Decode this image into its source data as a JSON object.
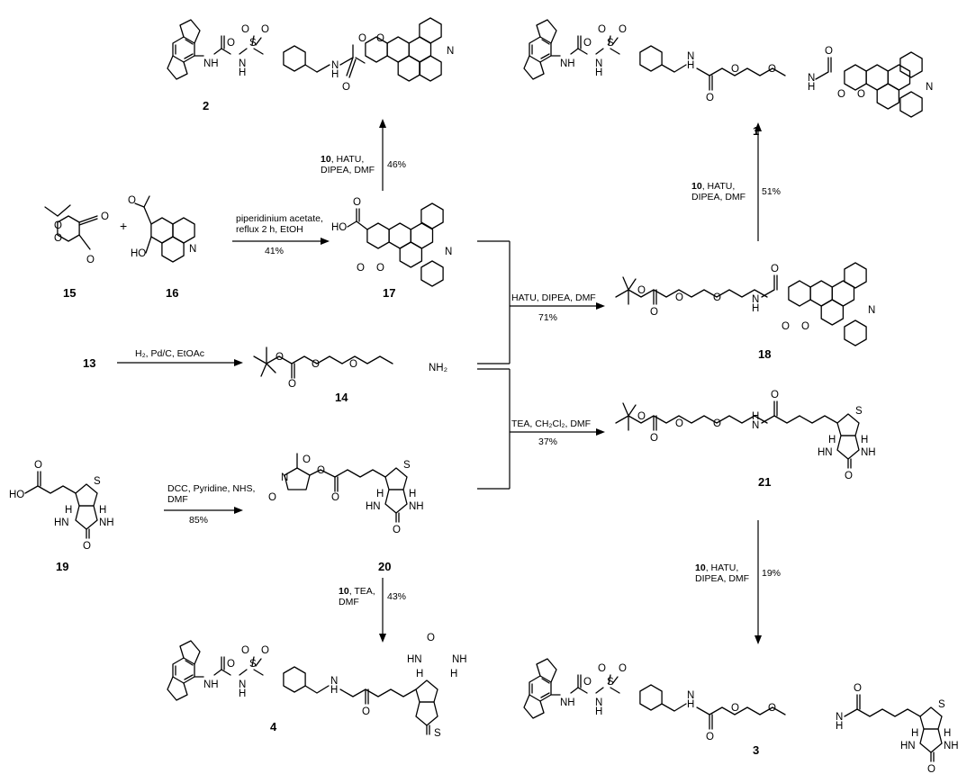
{
  "compound_labels": {
    "c1": "1",
    "c2": "2",
    "c3": "3",
    "c4": "4",
    "c13": "13",
    "c14": "14",
    "c15": "15",
    "c16": "16",
    "c17": "17",
    "c18": "18",
    "c19": "19",
    "c20": "20",
    "c21": "21"
  },
  "atoms": {
    "O": "O",
    "N": "N",
    "S": "S",
    "H": "H",
    "NH": "NH",
    "HN": "HN",
    "HO": "HO",
    "NH2": "NH₂",
    "plus": "+"
  },
  "conditions": {
    "to_2": {
      "reagent_bold": "10",
      "line1_rest": ", HATU,",
      "line2": "DIPEA, DMF",
      "yield": "46%"
    },
    "to_1": {
      "reagent_bold": "10",
      "line1_rest": ", HATU,",
      "line2": "DIPEA, DMF",
      "yield": "51%"
    },
    "to_17": {
      "line1": "piperidinium acetate,",
      "line2": "reflux 2 h, EtOH",
      "yield": "41%"
    },
    "to_18": {
      "line1": "HATU, DIPEA, DMF",
      "yield": "71%"
    },
    "to_14": {
      "line1": "H₂, Pd/C, EtOAc"
    },
    "to_21": {
      "line1": "TEA, CH₂Cl₂, DMF",
      "yield": "37%"
    },
    "to_20": {
      "line1": "DCC, Pyridine, NHS,",
      "line2": "DMF",
      "yield": "85%"
    },
    "to_4": {
      "reagent_bold": "10",
      "line1_rest": ", TEA,",
      "line2": "DMF",
      "yield": "43%"
    },
    "to_3": {
      "reagent_bold": "10",
      "line1_rest": ", HATU,",
      "line2": "DIPEA, DMF",
      "yield": "19%"
    }
  }
}
